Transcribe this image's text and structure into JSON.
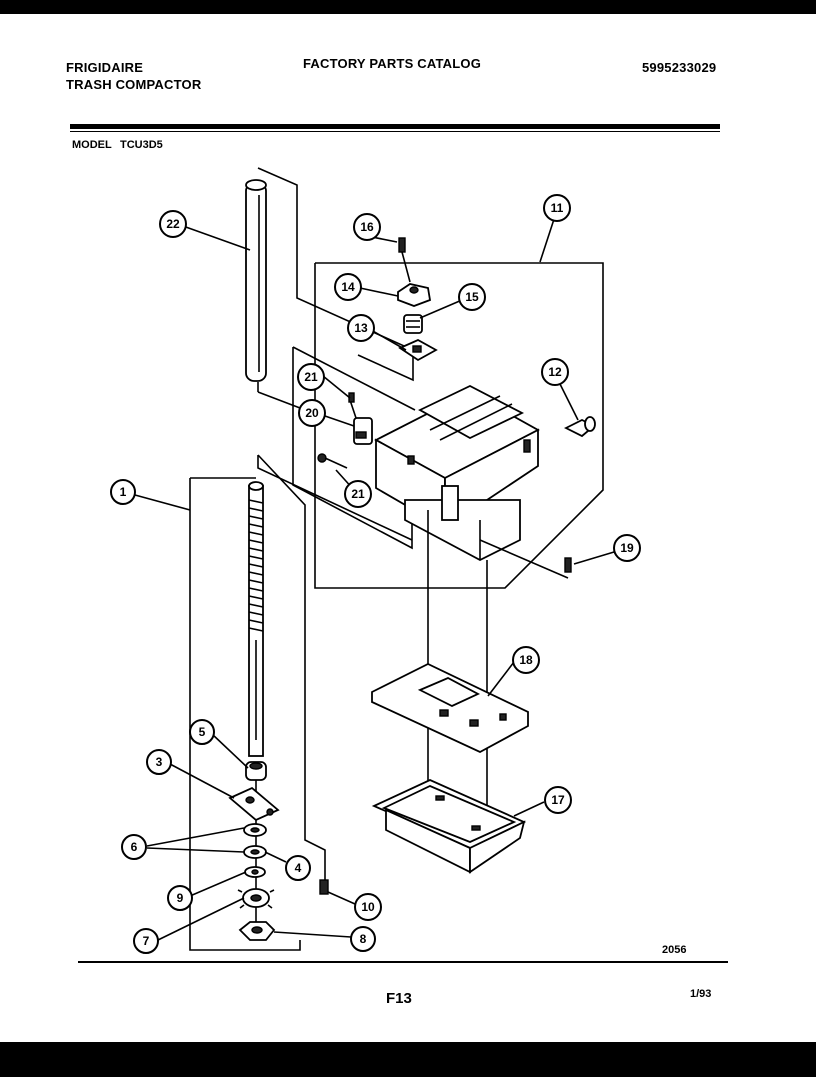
{
  "header": {
    "brand": "FRIGIDAIRE",
    "product": "TRASH COMPACTOR",
    "catalog_title": "FACTORY PARTS CATALOG",
    "catalog_number": "5995233029"
  },
  "model": {
    "label": "MODEL",
    "value": "TCU3D5"
  },
  "diagram": {
    "callouts": [
      "1",
      "3",
      "4",
      "5",
      "6",
      "7",
      "8",
      "9",
      "10",
      "11",
      "12",
      "13",
      "14",
      "15",
      "16",
      "17",
      "18",
      "19",
      "20",
      "21",
      "21",
      "22"
    ],
    "drawing_number": "2056"
  },
  "footer": {
    "page_code": "F13",
    "date": "1/93"
  }
}
